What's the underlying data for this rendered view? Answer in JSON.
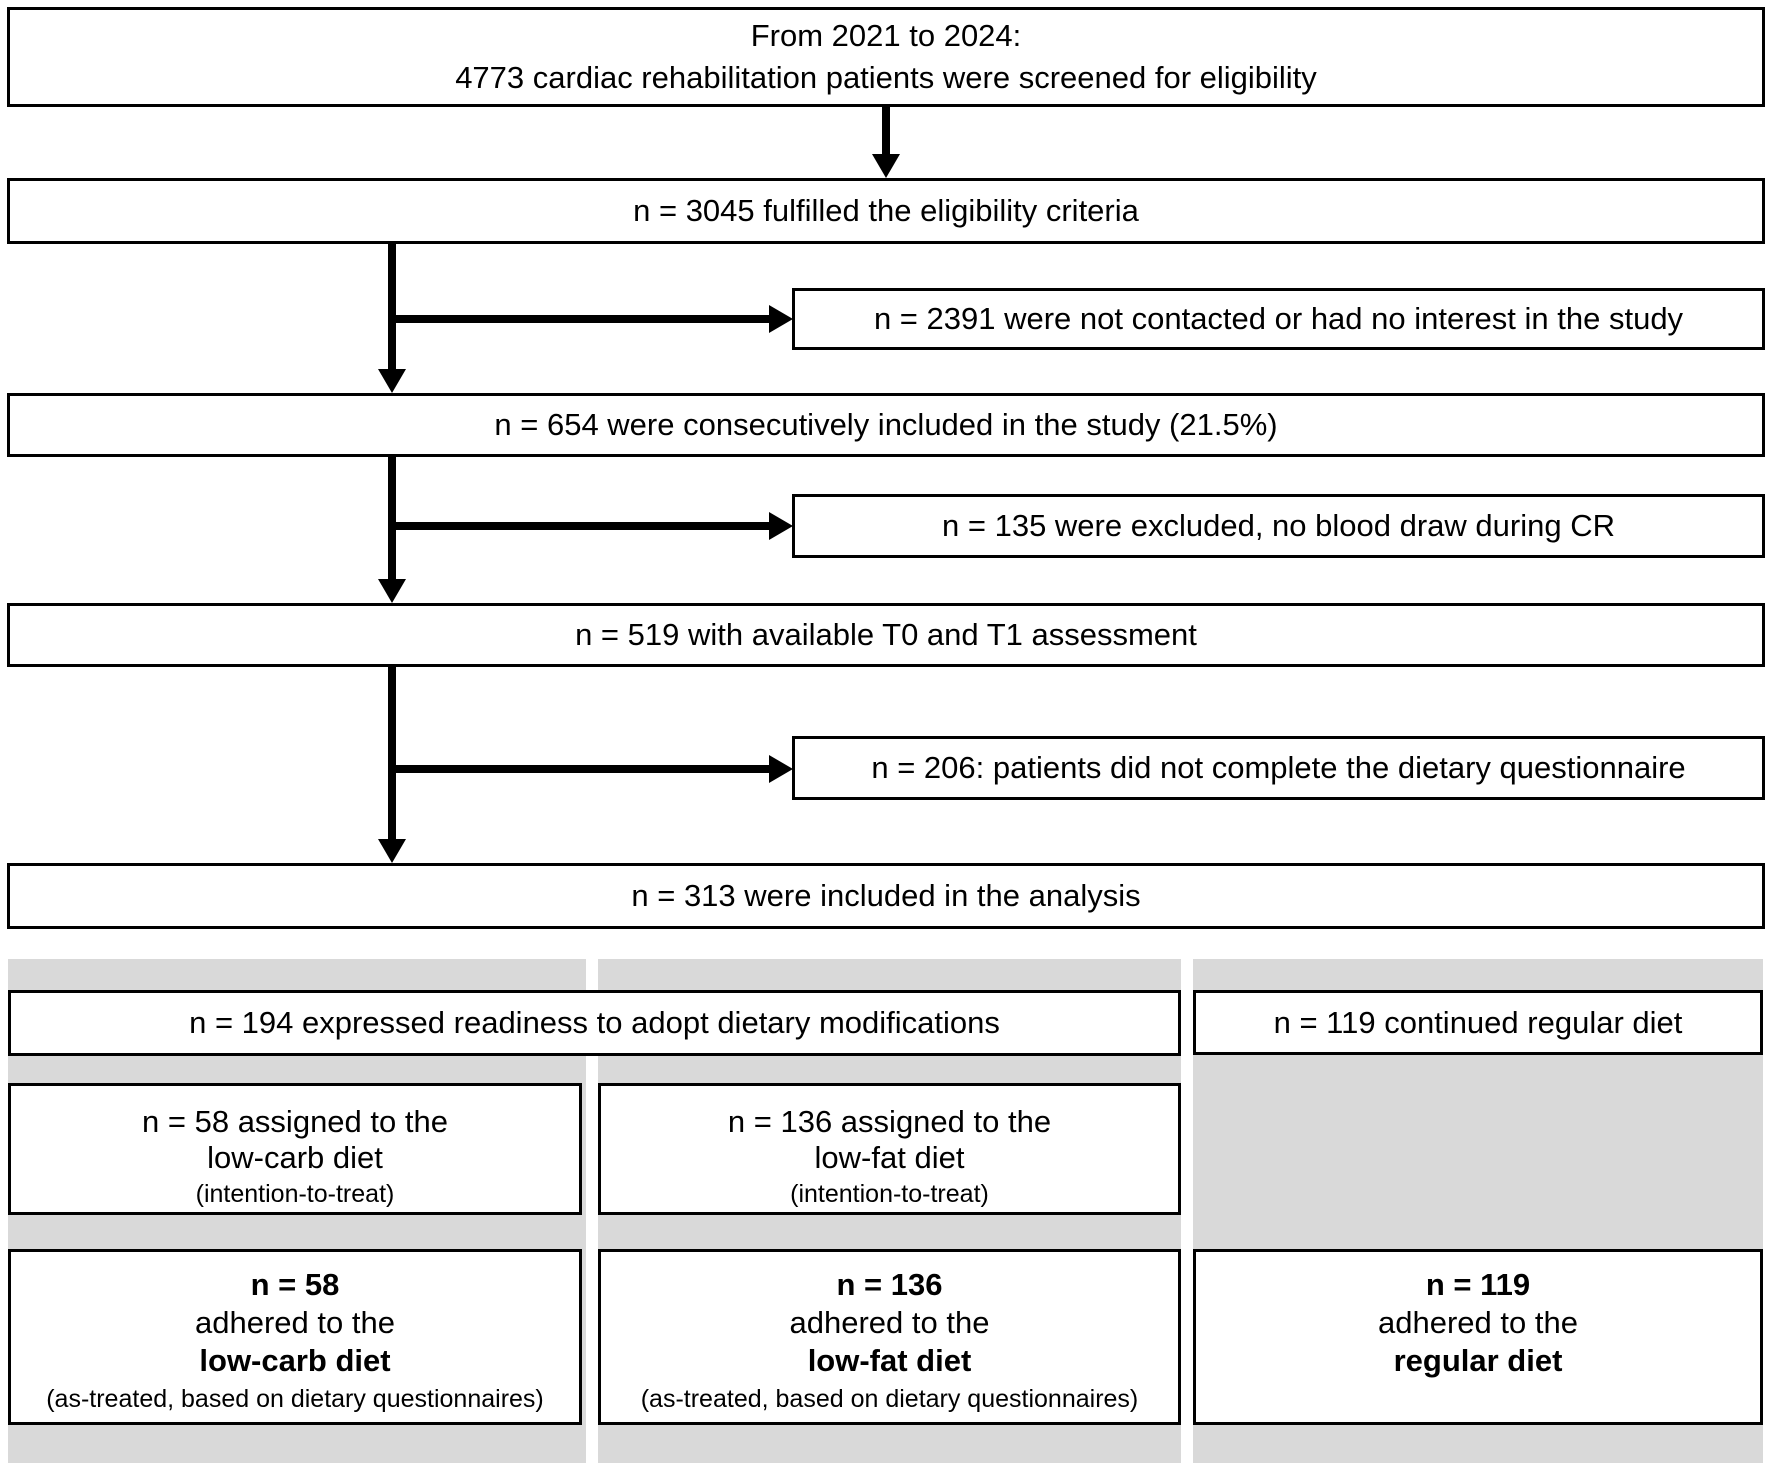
{
  "flow": {
    "screened": {
      "line1": "From 2021 to 2024:",
      "line2": "4773 cardiac rehabilitation patients were screened for eligibility"
    },
    "eligible": "n = 3045 fulfilled the eligibility criteria",
    "not_contacted": "n = 2391 were not contacted or had no interest in the study",
    "included": "n = 654 were consecutively included in the study (21.5%)",
    "excluded": "n = 135 were excluded, no blood draw during CR",
    "assessment": "n = 519 with available T0 and T1 assessment",
    "no_questionnaire": "n = 206: patients did not complete the dietary questionnaire",
    "analysis": "n = 313 were included in the analysis"
  },
  "groups": {
    "readiness": "n = 194 expressed readiness to adopt dietary modifications",
    "regular_continued": "n = 119 continued regular diet",
    "low_carb_assigned": {
      "line1": "n = 58 assigned to the",
      "line2": "low-carb diet",
      "line3": "(intention-to-treat)"
    },
    "low_fat_assigned": {
      "line1": "n = 136 assigned to the",
      "line2": "low-fat diet",
      "line3": "(intention-to-treat)"
    },
    "low_carb_adhered": {
      "n": "n = 58",
      "line2": "adhered to the",
      "line3": "low-carb diet",
      "line4": "(as-treated, based on dietary questionnaires)"
    },
    "low_fat_adhered": {
      "n": "n = 136",
      "line2": "adhered to the",
      "line3": "low-fat diet",
      "line4": "(as-treated, based on dietary questionnaires)"
    },
    "regular_adhered": {
      "n": "n = 119",
      "line2": "adhered to the",
      "line3": "regular diet"
    }
  },
  "colors": {
    "column_background": "#d9d9d9",
    "box_border": "#000000",
    "box_background": "#ffffff",
    "arrow": "#000000"
  }
}
